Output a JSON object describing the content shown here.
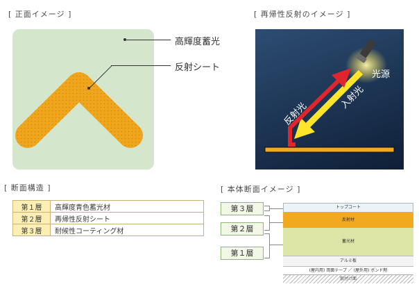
{
  "front": {
    "title": "[ 正面イメージ ]",
    "label_glow": "高輝度蓄光",
    "label_reflect": "反射シート"
  },
  "retro": {
    "title": "[ 再帰性反射のイメージ ]",
    "label_light_source": "光源",
    "label_incident": "入射光",
    "label_reflected": "反射光"
  },
  "structure": {
    "title": "[ 断面構造 ]",
    "rows": [
      {
        "layer": "第１層",
        "desc": "高輝度青色蓄光材"
      },
      {
        "layer": "第２層",
        "desc": "再帰性反射シート"
      },
      {
        "layer": "第３層",
        "desc": "耐候性コーティング材"
      }
    ]
  },
  "body": {
    "title": "[ 本体断面イメージ ]",
    "badges": [
      "第３層",
      "第２層",
      "第１層"
    ],
    "layers": {
      "top_coat": "トップコート",
      "reflective": "反射材",
      "phosphor": "蓄光材",
      "aluminum": "アルミ板",
      "tape": "(屋内用) 両面テープ ／ (屋外用) ボンド剤",
      "floor": "取付け面"
    }
  },
  "colors": {
    "panel_green": "#d4e6cc",
    "chevron_orange": "#f0a61c",
    "reflective_orange": "#f1a91f",
    "phosphor_green": "#dde6a6",
    "arrow_red": "#e0262c",
    "arrow_yellow": "#ffe52a",
    "sky_blue": "#1c3352"
  }
}
